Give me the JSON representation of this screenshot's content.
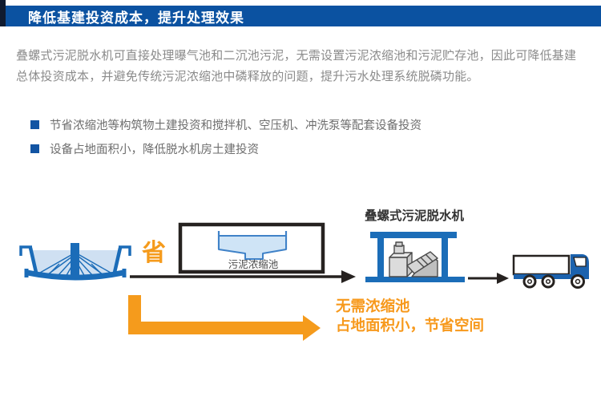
{
  "header": {
    "title": "降低基建投资成本，提升处理效果",
    "bar_color": "#0b52a1",
    "tab_color": "#101b30",
    "text_color": "#ffffff"
  },
  "intro": {
    "text": "叠螺式污泥脱水机可直接处理曝气池和二沉池污泥，无需设置污泥浓缩池和污泥贮存池，因此可降低基建总体投资成本，并避免传统污泥浓缩池中磷释放的问题，提升污水处理系统脱磷功能。",
    "text_color": "#8b8b8b"
  },
  "bullets": {
    "marker_color": "#1254a3",
    "items": [
      {
        "label": "节省浓缩池等构筑物土建投资和搅拌机、空压机、冲洗泵等配套设备投资"
      },
      {
        "label": "设备占地面积小，降低脱水机房土建投资"
      }
    ]
  },
  "diagram": {
    "save_label": "省",
    "thickener_label": "污泥浓缩池",
    "machine_label": "叠螺式污泥脱水机",
    "benefit_line1": "无需浓缩池",
    "benefit_line2": "占地面积小，节省空间",
    "colors": {
      "illustration_blue": "#1b6cb8",
      "light_blue_fill": "#cfe0f2",
      "arrow_black": "#262220",
      "orange": "#f59b1c",
      "machine_gray": "#d5d5d5",
      "truck_blue": "#1b62ae"
    }
  }
}
